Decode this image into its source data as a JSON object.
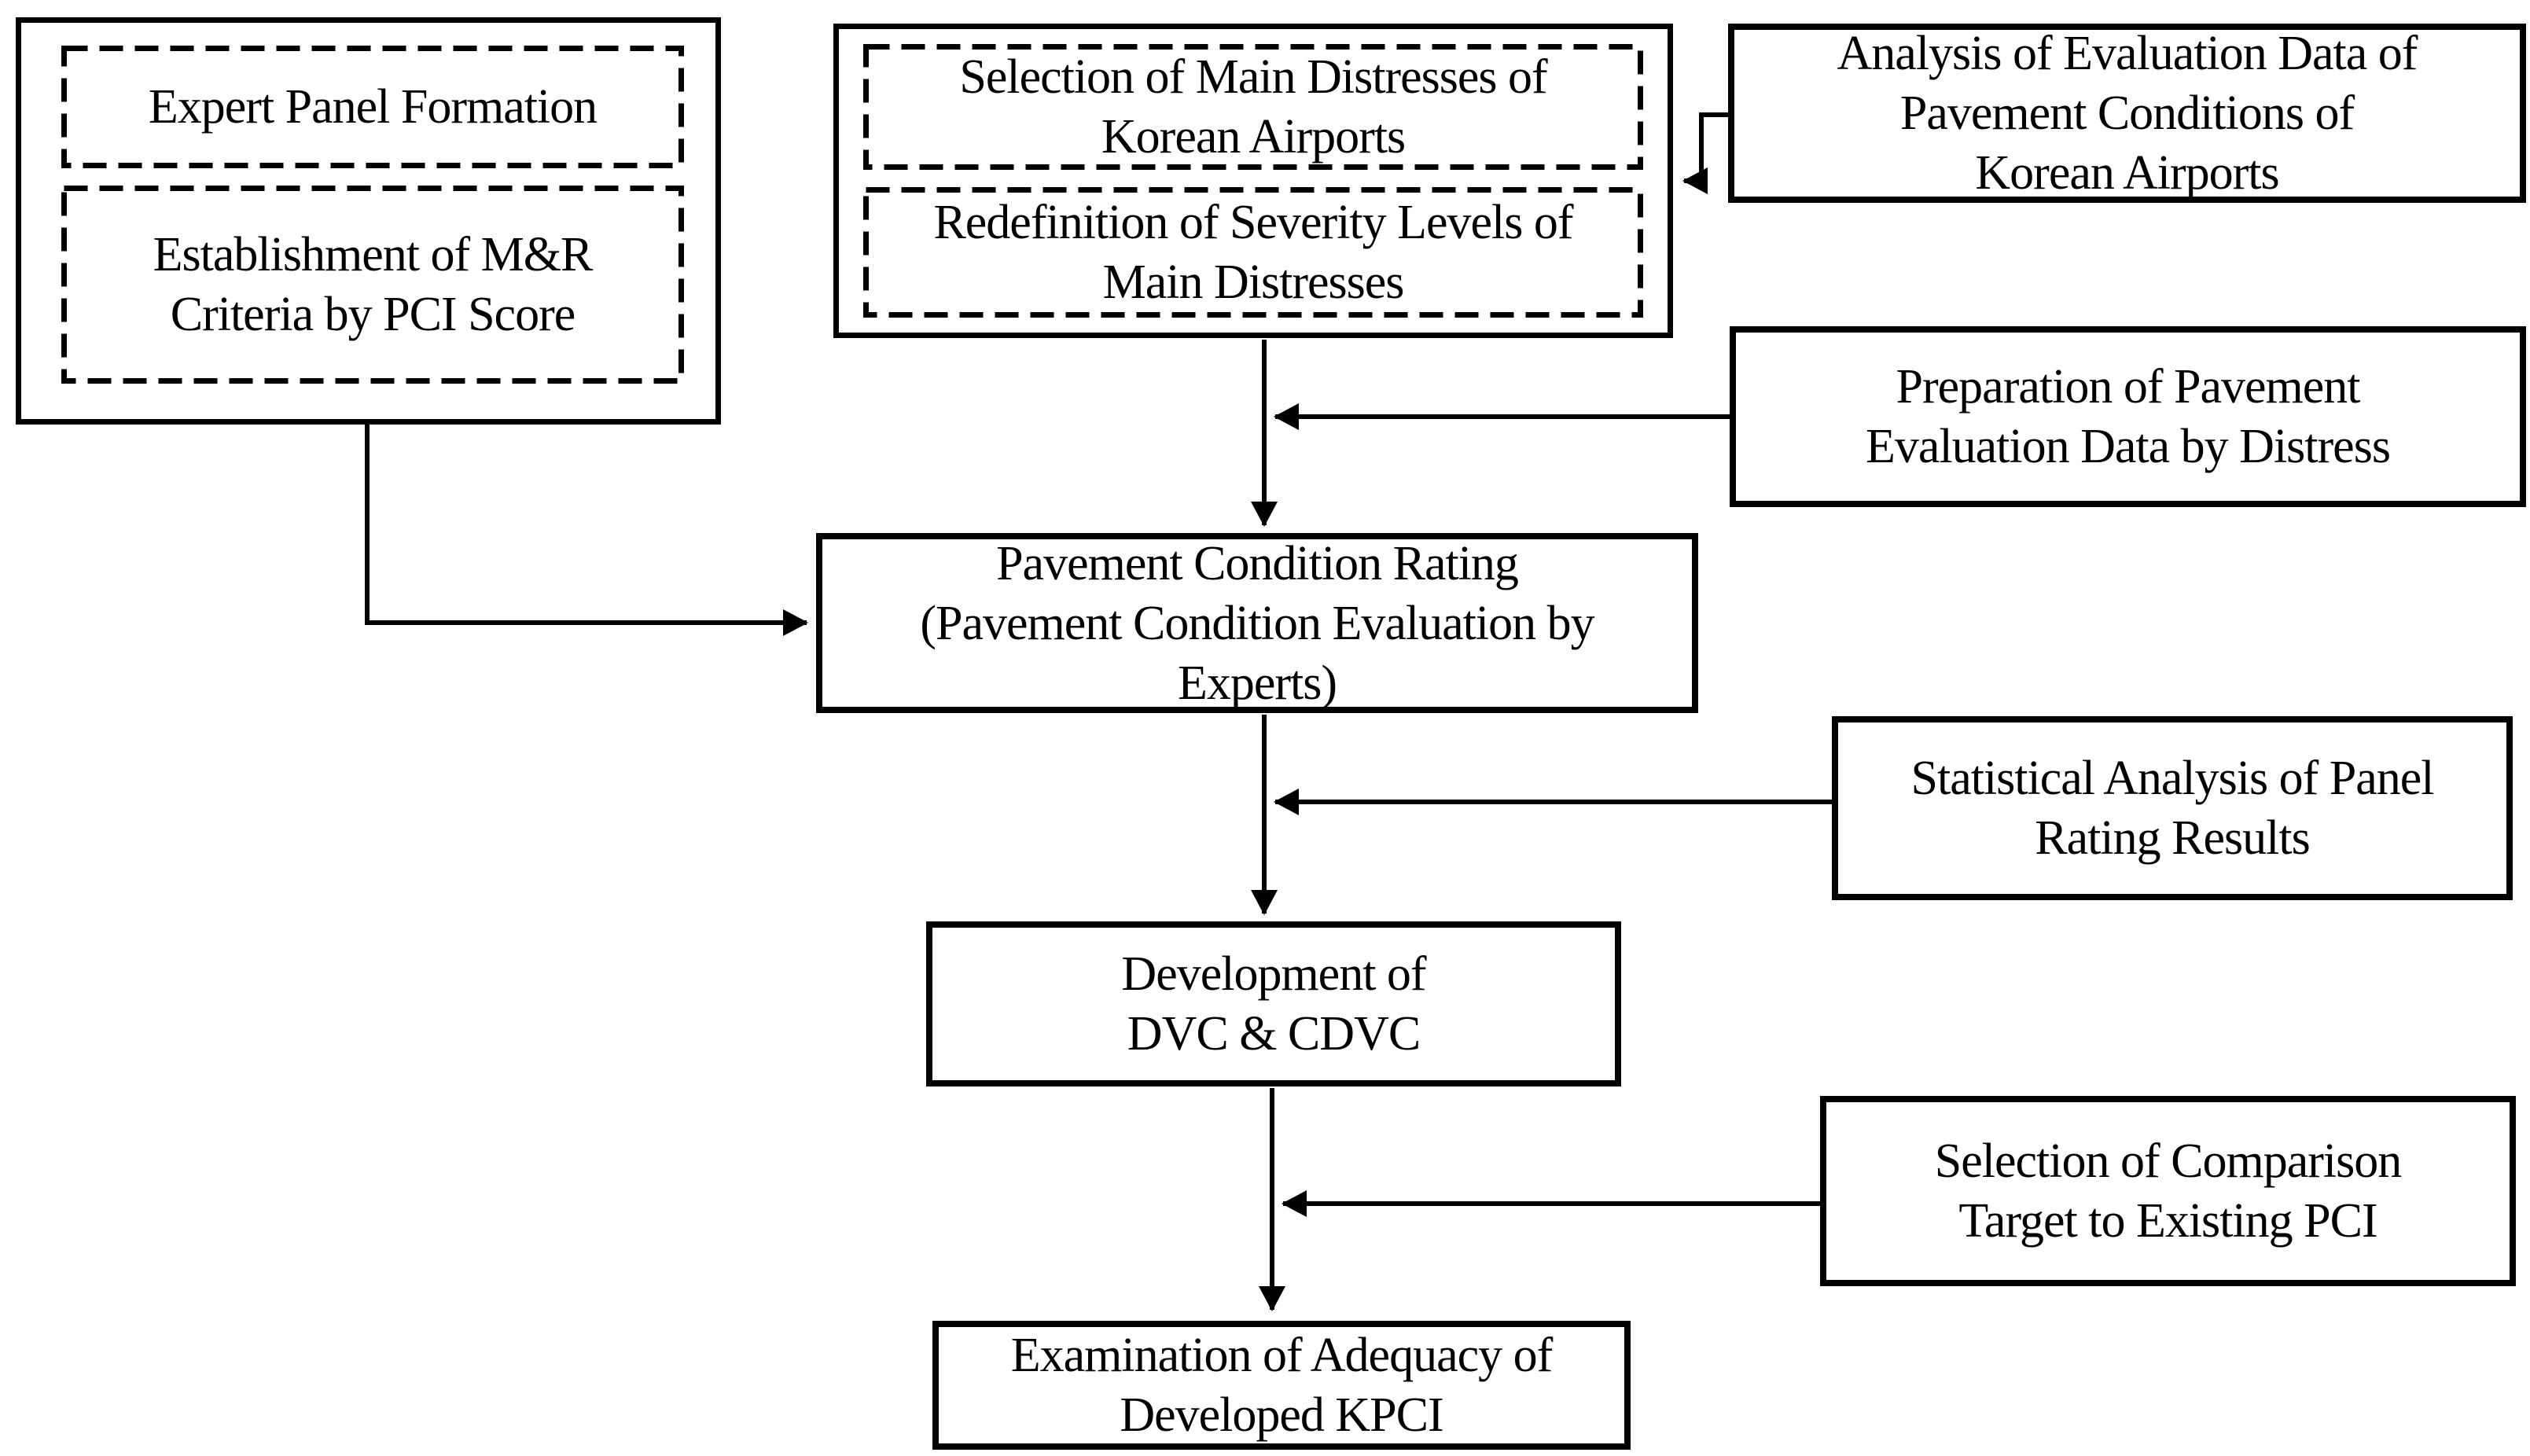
{
  "colors": {
    "ink": "#000000",
    "background": "#ffffff"
  },
  "boxes": {
    "expert_panel": {
      "lines": [
        "Expert Panel Formation"
      ]
    },
    "mr_criteria": {
      "lines": [
        "Establishment of M&R",
        "Criteria by PCI Score"
      ]
    },
    "selection_main_distresses": {
      "lines": [
        "Selection of Main Distresses of",
        "Korean Airports"
      ]
    },
    "redefinition_severity": {
      "lines": [
        "Redefinition of Severity Levels of",
        "Main Distresses"
      ]
    },
    "analysis_evaluation": {
      "lines": [
        "Analysis of Evaluation Data of",
        "Pavement Conditions of",
        "Korean Airports"
      ]
    },
    "preparation_data": {
      "lines": [
        "Preparation of Pavement",
        "Evaluation Data by Distress"
      ]
    },
    "pavement_condition_rating": {
      "lines": [
        "Pavement Condition Rating",
        "(Pavement Condition Evaluation by",
        "Experts)"
      ]
    },
    "statistical_analysis": {
      "lines": [
        "Statistical Analysis of Panel",
        "Rating Results"
      ]
    },
    "development_dvc": {
      "lines": [
        "Development of",
        "DVC & CDVC"
      ]
    },
    "selection_comparison": {
      "lines": [
        "Selection of Comparison",
        "Target to Existing PCI"
      ]
    },
    "examination_adequacy": {
      "lines": [
        "Examination of Adequacy of",
        "Developed KPCI"
      ]
    }
  }
}
